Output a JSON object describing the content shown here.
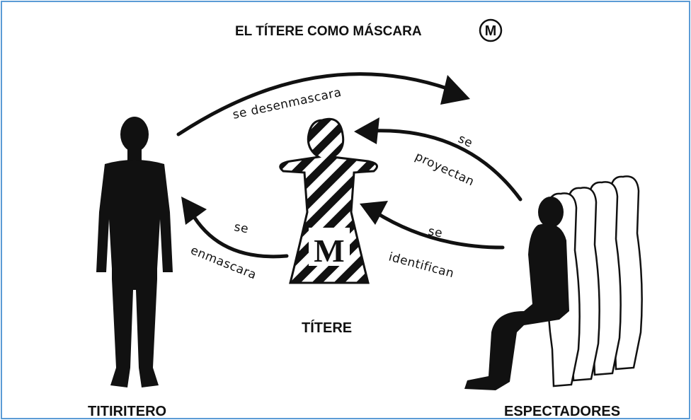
{
  "title": "EL TÍTERE COMO MÁSCARA",
  "title_badge": "M",
  "puppet_letter": "M",
  "nodes": {
    "puppeteer": "TITIRITERO",
    "puppet": "TÍTERE",
    "spectators": "ESPECTADORES"
  },
  "arrows": {
    "top": "se desenmascara",
    "left_1": "se",
    "left_2": "enmascara",
    "upper_right_1": "se",
    "upper_right_2": "proyectan",
    "lower_right_1": "se",
    "lower_right_2": "identifican"
  },
  "colors": {
    "ink": "#111111",
    "frame": "#5b9bd5",
    "background": "#ffffff"
  }
}
